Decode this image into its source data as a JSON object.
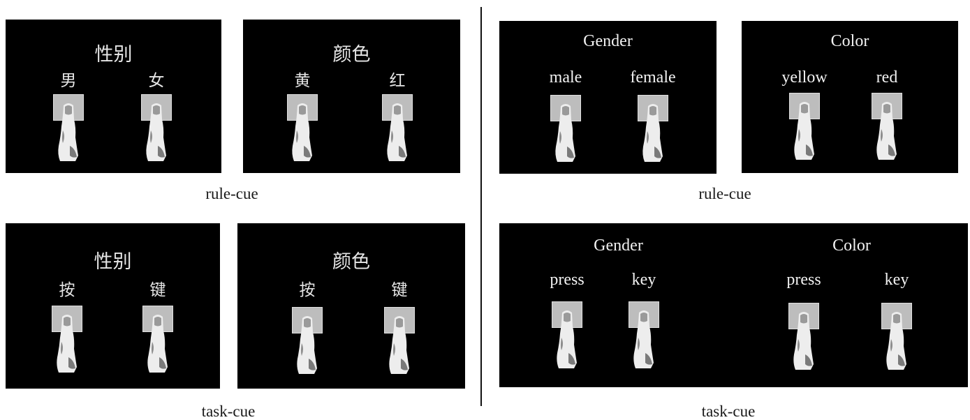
{
  "captions": {
    "rule": "rule-cue",
    "task": "task-cue"
  },
  "panels": [
    {
      "title": "性别",
      "left": "男",
      "right": "女",
      "lang": "cn"
    },
    {
      "title": "颜色",
      "left": "黄",
      "right": "红",
      "lang": "cn"
    },
    {
      "title": "性别",
      "left": "按",
      "right": "键",
      "lang": "cn"
    },
    {
      "title": "颜色",
      "left": "按",
      "right": "键",
      "lang": "cn"
    },
    {
      "title": "Gender",
      "left": "male",
      "right": "female",
      "lang": "en"
    },
    {
      "title": "Color",
      "left": "yellow",
      "right": "red",
      "lang": "en"
    },
    {
      "title": "Gender",
      "left": "press",
      "right": "key",
      "lang": "en"
    },
    {
      "title": "Color",
      "left": "press",
      "right": "key",
      "lang": "en"
    }
  ],
  "colors": {
    "panel": "#000000",
    "key": "#bdbdbd",
    "finger": "#ededed"
  }
}
